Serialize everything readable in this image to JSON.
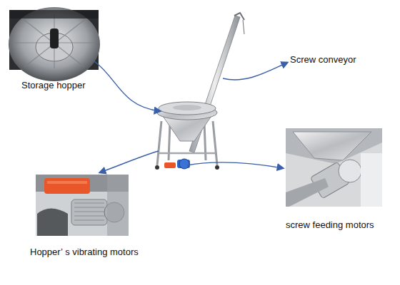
{
  "diagram": {
    "labels": [
      "Storage hopper",
      "Screw conveyor",
      "Hopper’ s vibrating motors",
      "screw feeding motors"
    ]
  }
}
